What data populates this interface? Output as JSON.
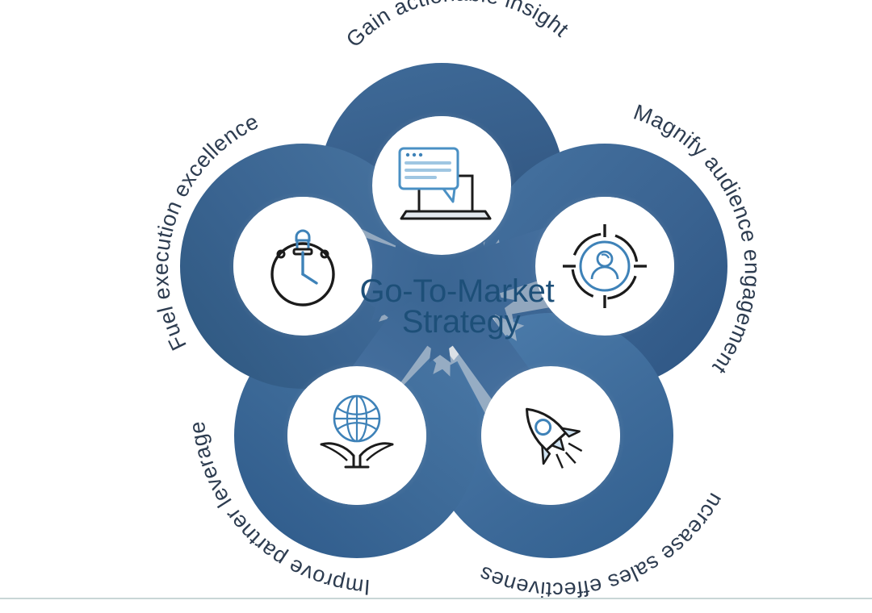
{
  "diagram": {
    "type": "radial-cycle",
    "center": {
      "title_line1": "Go-To-Market",
      "title_line2": "Strategy",
      "text_color": "#1d4f78"
    },
    "background_color": "#ffffff",
    "divider_color": "#c9d6d6",
    "petal_count": 5,
    "petals": [
      {
        "id": "insight",
        "label": "Gain actionable insight",
        "icon": "laptop-chat-icon",
        "position": "top",
        "angle_deg": -90,
        "ring_color": "#3b6593",
        "ring_color_dark": "#2f5580",
        "label_color": "#2d3c50"
      },
      {
        "id": "engagement",
        "label": "Magnify audience engagement",
        "icon": "target-audience-icon",
        "position": "right",
        "angle_deg": -18,
        "ring_color": "#3f6d9b",
        "ring_color_dark": "#2e5886",
        "label_color": "#2d3c50"
      },
      {
        "id": "sales",
        "label": "Increase sales effectiveness",
        "icon": "rocket-icon",
        "position": "bottom-right",
        "angle_deg": 54,
        "ring_color": "#4a7aa8",
        "ring_color_dark": "#33608f",
        "label_color": "#2d3c50"
      },
      {
        "id": "partner",
        "label": "Improve partner leverage",
        "icon": "globe-hands-icon",
        "position": "bottom-left",
        "angle_deg": 126,
        "ring_color": "#4775a4",
        "ring_color_dark": "#2f5b8b",
        "label_color": "#2d3c50"
      },
      {
        "id": "execution",
        "label": "Fuel execution excellence",
        "icon": "stopwatch-icon",
        "position": "left",
        "angle_deg": 198,
        "ring_color": "#436f9d",
        "ring_color_dark": "#305782",
        "label_color": "#2d3c50"
      }
    ],
    "arrows": {
      "direction": "inward",
      "solid_color": "#40699a",
      "shadow_color": "#c3ccd6",
      "count": 5
    },
    "icon_colors": {
      "outline": "#1b1b1b",
      "accent": "#3e82b8",
      "fill_light": "#cfe3f2"
    }
  }
}
